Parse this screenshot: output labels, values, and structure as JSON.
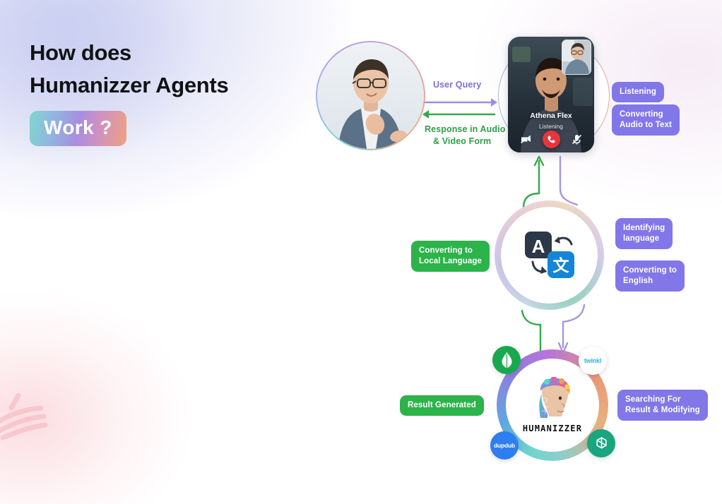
{
  "title": {
    "line1": "How does",
    "line2": "Humanizzer Agents",
    "badge": "Work ?"
  },
  "flow": {
    "user_query_label": "User Query",
    "response_label_line1": "Response in Audio",
    "response_label_line2": "& Video Form"
  },
  "phone": {
    "caller_name": "Athena Flex",
    "caller_status": "Listening",
    "buttons": [
      {
        "name": "video-off-icon",
        "label": "video-off"
      },
      {
        "name": "end-call-icon",
        "label": "end-call"
      },
      {
        "name": "mic-off-icon",
        "label": "mic-off"
      }
    ]
  },
  "stage1_labels": {
    "listening": "Listening",
    "converting_audio": "Converting\nAudio to Text",
    "converting_audio_l1": "Converting",
    "converting_audio_l2": "Audio to Text"
  },
  "stage2_labels": {
    "converting_local_l1": "Converting to",
    "converting_local_l2": "Local Language",
    "identifying_l1": "Identifying",
    "identifying_l2": "language",
    "converting_english_l1": "Converting to",
    "converting_english_l2": "English"
  },
  "stage3_labels": {
    "result_generated": "Result Generated",
    "searching_l1": "Searching For",
    "searching_l2": "Result & Modifying"
  },
  "humanizzer": {
    "wordmark": "HUMANIZZER",
    "brands": [
      {
        "name": "mongodb-badge",
        "label": ""
      },
      {
        "name": "twinkl-badge",
        "label": "twinkl"
      },
      {
        "name": "dupdub-badge",
        "label": "dupdub"
      },
      {
        "name": "openai-badge",
        "label": ""
      }
    ]
  },
  "colors": {
    "purple": "#8277e8",
    "green": "#2cb34a",
    "arrow_purple": "#9b8ce8",
    "arrow_green": "#35a84e",
    "red_end_call": "#e8343c",
    "gradient_start": "#7fd6cd",
    "gradient_mid": "#a88ee0",
    "gradient_end": "#efa181"
  }
}
